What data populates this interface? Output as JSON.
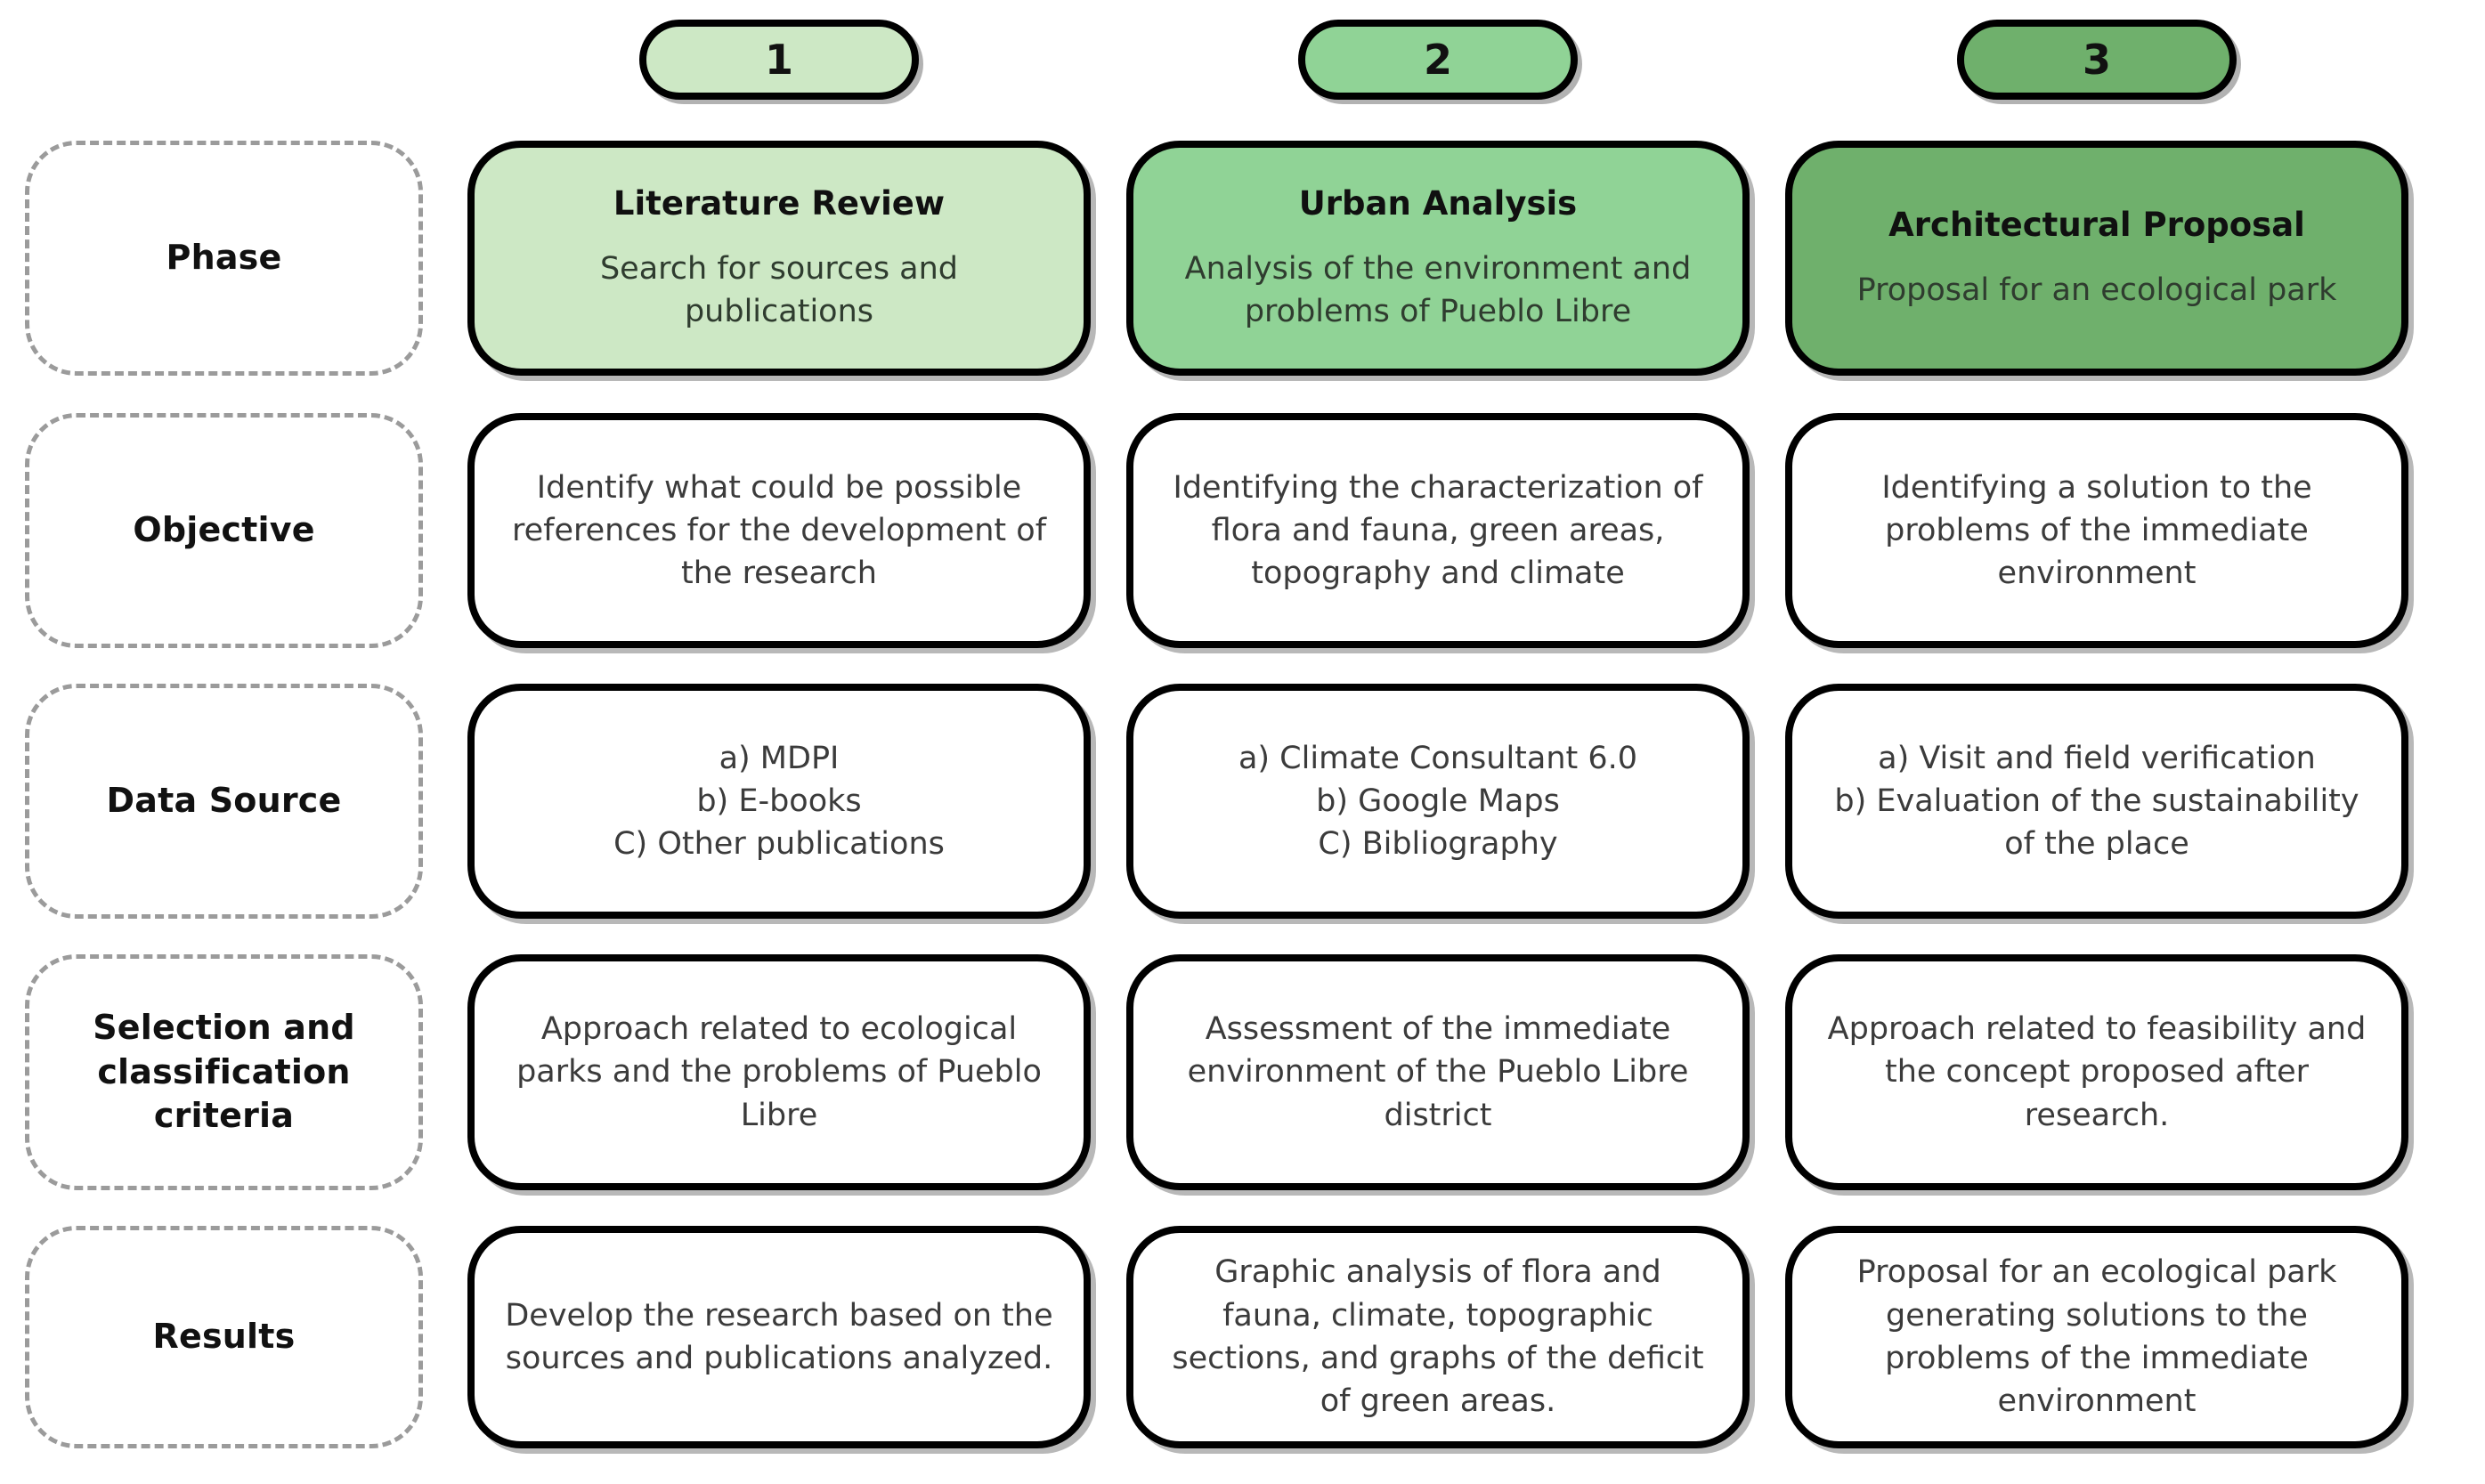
{
  "theme": {
    "column_colors": [
      "#cde8c5",
      "#90d396",
      "#6fb06c"
    ],
    "border_color": "#000000",
    "label_border_color": "#9b9b9b",
    "background": "#ffffff"
  },
  "steps": [
    {
      "number": "1"
    },
    {
      "number": "2"
    },
    {
      "number": "3"
    }
  ],
  "row_labels": [
    {
      "key": "phase",
      "label": "Phase"
    },
    {
      "key": "objective",
      "label": "Objective"
    },
    {
      "key": "source",
      "label": "Data Source"
    },
    {
      "key": "criteria",
      "label": "Selection and\nclassification\ncriteria"
    },
    {
      "key": "results",
      "label": "Results"
    }
  ],
  "columns": [
    {
      "index": 1,
      "phase": {
        "title": "Literature Review",
        "body": "Search for sources and publications"
      },
      "objective": "Identify what could be possible references for the development of the research",
      "source": "a) MDPI\nb) E-books\nC) Other publications",
      "criteria": "Approach related to ecological parks and the problems of Pueblo Libre",
      "results": "Develop the research based on the sources and publications analyzed."
    },
    {
      "index": 2,
      "phase": {
        "title": "Urban Analysis",
        "body": "Analysis of the environment and problems of Pueblo Libre"
      },
      "objective": "Identifying  the characterization of  flora and fauna, green areas, topography and climate",
      "source": "a) Climate Consultant 6.0\nb) Google Maps\nC) Bibliography",
      "criteria": "Assessment of the immediate environment of the Pueblo Libre district",
      "results": "Graphic analysis of flora and fauna, climate, topographic sections, and graphs of the deficit of green areas."
    },
    {
      "index": 3,
      "phase": {
        "title": "Architectural Proposal",
        "body": "Proposal for an ecological park"
      },
      "objective": "Identifying a solution to the problems of the immediate environment",
      "source": "a) Visit and field verification\nb) Evaluation of the sustainability of the place",
      "criteria": "Approach related to feasibility and the concept proposed after research.",
      "results": "Proposal for an ecological park generating solutions to the problems of the immediate environment"
    }
  ]
}
